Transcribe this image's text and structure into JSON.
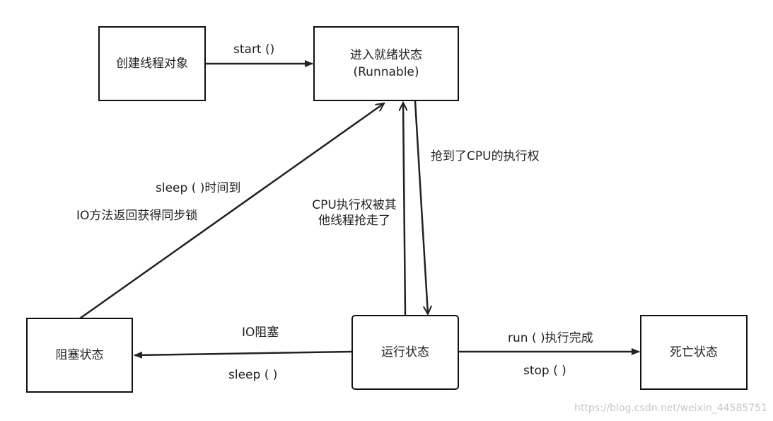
{
  "nodes": {
    "create": "创建线程对象",
    "ready_line1": "进入就绪状态",
    "ready_line2": "(Runnable)",
    "running": "运行状态",
    "blocked": "阻塞状态",
    "dead": "死亡状态"
  },
  "edges": {
    "start": "start ()",
    "got_cpu": "抢到了CPU的执行权",
    "lost_cpu": "CPU执行权被其他线程抢走了",
    "io_block": "IO阻塞",
    "sleep_block": "sleep ( )",
    "sleep_timeout": "sleep ( )时间到",
    "io_return": "IO方法返回获得同步锁",
    "run_done": "run ( )执行完成",
    "stop": "stop ( )"
  },
  "watermark": "https://blog.csdn.net/weixin_44585751"
}
